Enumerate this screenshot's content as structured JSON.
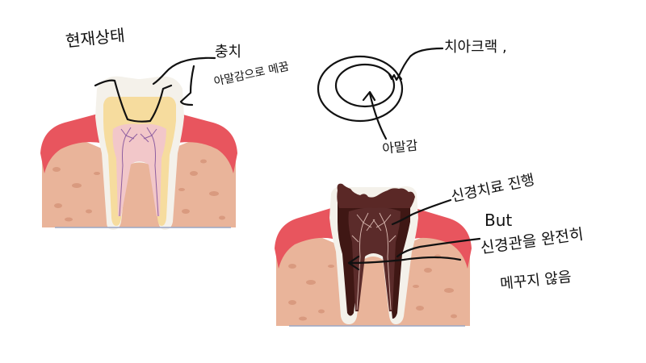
{
  "annotations": {
    "current_state": "현재상태",
    "cavity": "충치",
    "cavity_note": "아말감으로 메꿈",
    "tooth_crack": "치아크랙 ,",
    "amalgam": "아말감",
    "root_canal": "신경치료 진행",
    "but": "But",
    "root_canal_note_1": "신경관을 완전히",
    "root_canal_note_2": "메꾸지 않음"
  },
  "colors": {
    "gum": "#e8555e",
    "bone": "#e9b49a",
    "enamel": "#f4f1ea",
    "dentin": "#f6dc9e",
    "pulp": "#f2c7c9",
    "decay": "#4a1c1a",
    "ink": "#111111"
  }
}
